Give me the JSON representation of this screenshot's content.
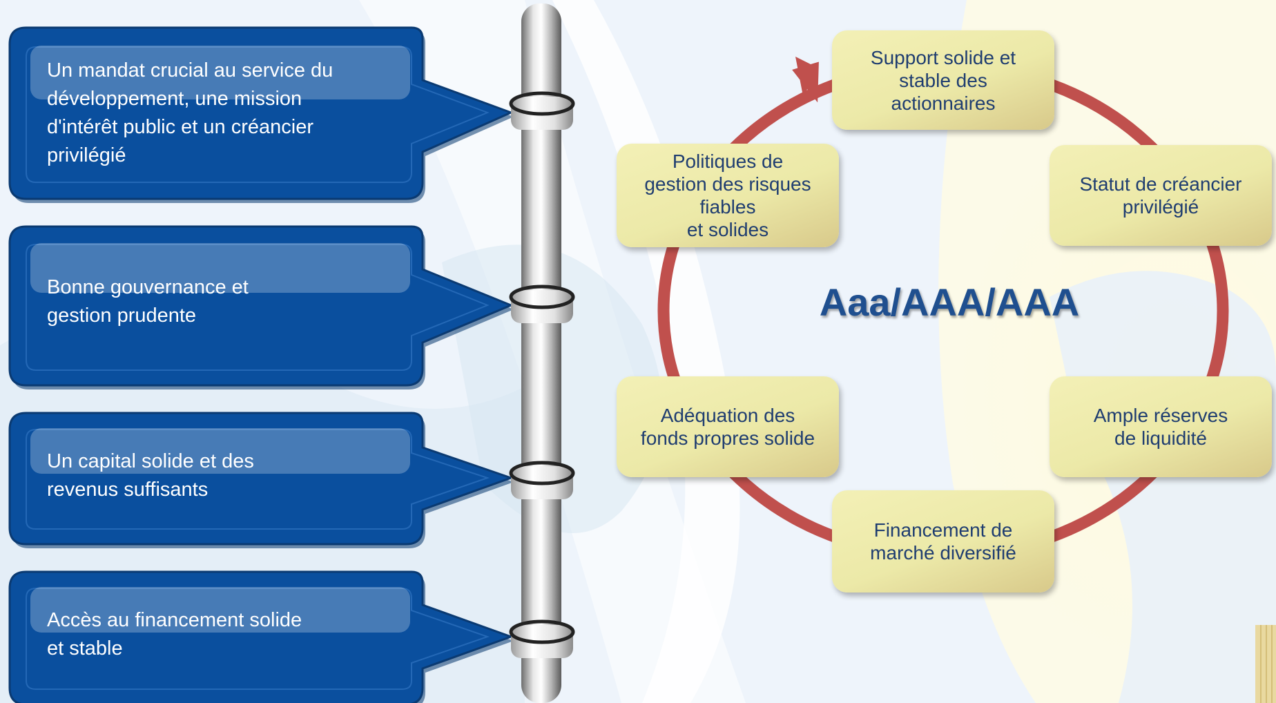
{
  "callouts": [
    {
      "text": "Un mandat crucial au service du\ndéveloppement,  une mission\nd'intérêt public et un créancier\nprivilégié"
    },
    {
      "text": "Bonne gouvernance et\ngestion  prudente"
    },
    {
      "text": "Un capital solide et des\nrevenus suffisants"
    },
    {
      "text": "Accès au financement  solide\net stable"
    }
  ],
  "cycle": {
    "center_label": "Aaa/AAA/AAA",
    "nodes": [
      {
        "text": "Support solide et\nstable des\nactionnaires"
      },
      {
        "text": "Statut de créancier\nprivilégié"
      },
      {
        "text": "Ample réserves\nde liquidité"
      },
      {
        "text": "Financement  de\nmarché diversifié"
      },
      {
        "text": "Adéquation des\nfonds propres solide"
      },
      {
        "text": "Politiques de\ngestion  des risques\nfiables\net solides"
      }
    ]
  },
  "colors": {
    "callout_blue": "#0a4f9e",
    "ring_red": "#c0504d",
    "node_fill": "#ede9a6",
    "node_text": "#1f3d70",
    "center_text": "#1f4f8f"
  }
}
